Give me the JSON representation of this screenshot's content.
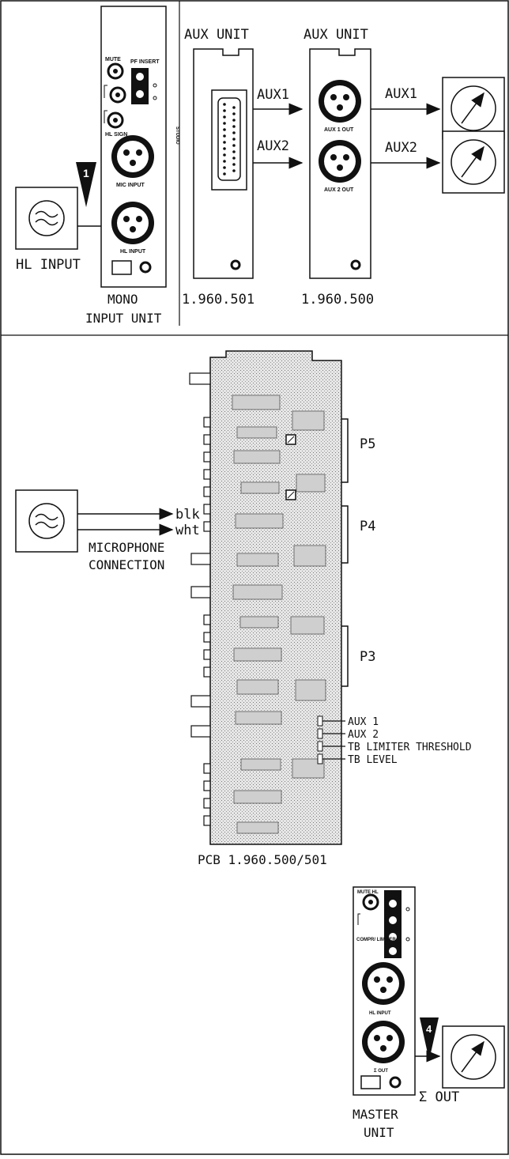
{
  "top": {
    "hl_input_label": "HL INPUT",
    "mono_unit": {
      "label_line1": "MONO",
      "label_line2": "INPUT UNIT",
      "mute": "MUTE",
      "pf_insert": "PF INSERT",
      "hl_sign": "HL SIGN",
      "mic_input": "MIC INPUT",
      "hl_input": "HL INPUT",
      "marker": "1"
    },
    "aux_unit_left": {
      "title": "AUX  UNIT",
      "side_text": "STUDIO",
      "part_no": "1.960.501"
    },
    "aux_unit_right": {
      "title": "AUX  UNIT",
      "aux1_out": "AUX 1  OUT",
      "aux2_out": "AUX 2  OUT",
      "part_no": "1.960.500"
    },
    "signals": {
      "aux1": "AUX1",
      "aux2": "AUX2"
    }
  },
  "middle": {
    "mic_label_line1": "MICROPHONE",
    "mic_label_line2": "CONNECTION",
    "wire_blk": "blk",
    "wire_wht": "wht",
    "connectors": [
      "P5",
      "P4",
      "P3"
    ],
    "trimmers": [
      "AUX 1",
      "AUX 2",
      "TB LIMITER THRESHOLD",
      "TB LEVEL"
    ],
    "pcb_label": "PCB 1.960.500/501"
  },
  "bottom": {
    "master_unit": {
      "label_line1": "MASTER",
      "label_line2": "UNIT",
      "mute_hl": "MUTE HL",
      "compr_limiter": "COMPR/ LIMITER",
      "hl_input": "HL INPUT",
      "sigma_out": "Σ OUT",
      "marker": "4"
    },
    "sigma_out_label": "Σ OUT"
  },
  "icons": [
    "tilde-source-icon",
    "meter-icon",
    "xlr-icon",
    "jack-icon",
    "arrow-icon",
    "triangle-marker-icon"
  ]
}
